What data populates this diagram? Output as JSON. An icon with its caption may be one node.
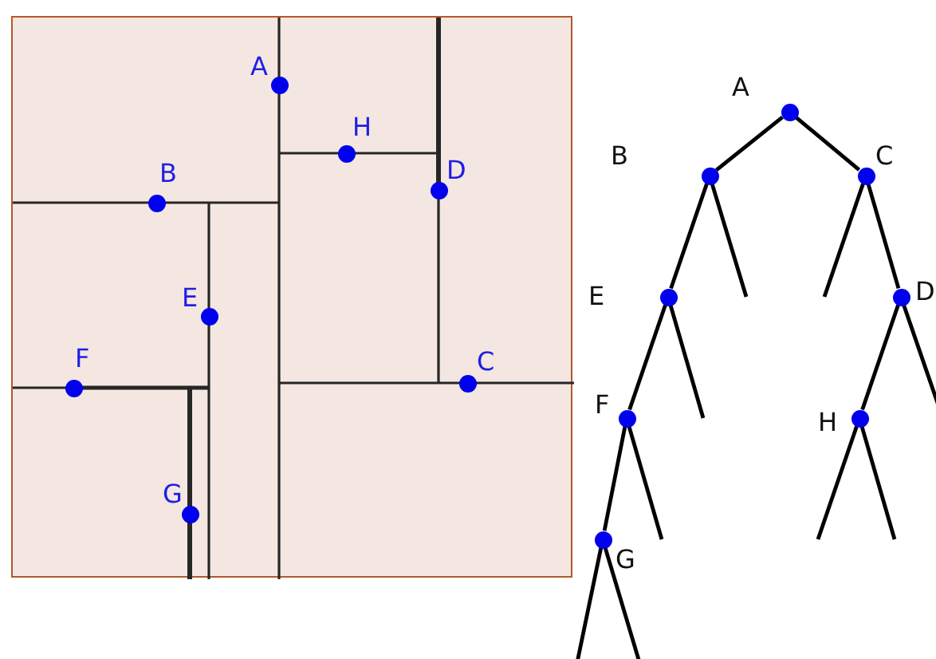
{
  "diagram": {
    "nodes": [
      {
        "text": [],
        "shape": "box"
      },
      {
        "text": [],
        "shape": "circle",
        "beside": [
          "A"
        ],
        "in": 0
      },
      {
        "text": [],
        "shape": "circle",
        "beside": [
          "H"
        ],
        "in": 0
      },
      {
        "text": [],
        "shape": "circle",
        "beside": [
          "D"
        ],
        "in": 0
      },
      {
        "text": [],
        "shape": "circle",
        "beside": [
          "B"
        ],
        "in": 0
      },
      {
        "text": [],
        "shape": "circle",
        "beside": [
          "E"
        ],
        "in": 0
      },
      {
        "text": [],
        "shape": "circle",
        "beside": [
          "C"
        ],
        "in": 0
      },
      {
        "text": [],
        "shape": "circle",
        "beside": [
          "F"
        ],
        "in": 0
      },
      {
        "text": [],
        "shape": "circle",
        "beside": [
          "G"
        ],
        "in": 0
      },
      {
        "text": [],
        "shape": "circle",
        "beside": [
          "A"
        ]
      },
      {
        "text": [],
        "shape": "circle",
        "beside": [
          "B"
        ]
      },
      {
        "text": [],
        "shape": "circle",
        "beside": [
          "C"
        ]
      },
      {
        "text": [],
        "shape": "circle",
        "beside": [
          "E"
        ]
      },
      {
        "text": [],
        "shape": "circle",
        "beside": [
          "D"
        ]
      },
      {
        "text": [],
        "shape": "circle",
        "beside": [
          "F"
        ]
      },
      {
        "text": [],
        "shape": "circle",
        "beside": [
          "H"
        ]
      },
      {
        "text": [],
        "shape": "circle",
        "beside": [
          "G"
        ]
      }
    ],
    "edges": [
      {
        "from": 9,
        "to": 10,
        "arrow": "none"
      },
      {
        "from": 9,
        "to": 11,
        "arrow": "none"
      },
      {
        "from": 10,
        "to": 12,
        "arrow": "none"
      },
      {
        "from": 10,
        "to": null,
        "arrow": "none"
      },
      {
        "from": 11,
        "to": null,
        "arrow": "none"
      },
      {
        "from": 11,
        "to": 13,
        "arrow": "none"
      },
      {
        "from": 12,
        "to": 14,
        "arrow": "none"
      },
      {
        "from": 12,
        "to": null,
        "arrow": "none"
      },
      {
        "from": 13,
        "to": 15,
        "arrow": "none"
      },
      {
        "from": 13,
        "to": null,
        "arrow": "none"
      },
      {
        "from": 14,
        "to": 16,
        "arrow": "none"
      },
      {
        "from": 14,
        "to": null,
        "arrow": "none"
      },
      {
        "from": 15,
        "to": null,
        "arrow": "none"
      },
      {
        "from": 15,
        "to": null,
        "arrow": "none"
      },
      {
        "from": 16,
        "to": null,
        "arrow": "none"
      },
      {
        "from": 16,
        "to": null,
        "arrow": "none"
      }
    ]
  }
}
